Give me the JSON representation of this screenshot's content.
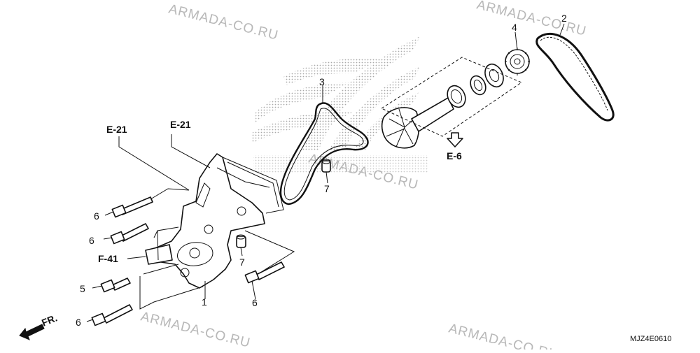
{
  "watermark": {
    "text": "ARMADA-CO.RU"
  },
  "callouts": {
    "n1": "1",
    "n2": "2",
    "n3": "3",
    "n4": "4",
    "n5": "5",
    "n6a": "6",
    "n6b": "6",
    "n6c": "6",
    "n6d": "6",
    "n7a": "7",
    "n7b": "7"
  },
  "references": {
    "e21_left": "E-21",
    "e21_right": "E-21",
    "f41": "F-41",
    "e6": "E-6"
  },
  "direction": {
    "front": "FR."
  },
  "diagram_code": "MJZ4E0610",
  "colors": {
    "line": "#111111",
    "watermark": "#b8b8b8",
    "logo_dots": "#9a9a9a"
  }
}
